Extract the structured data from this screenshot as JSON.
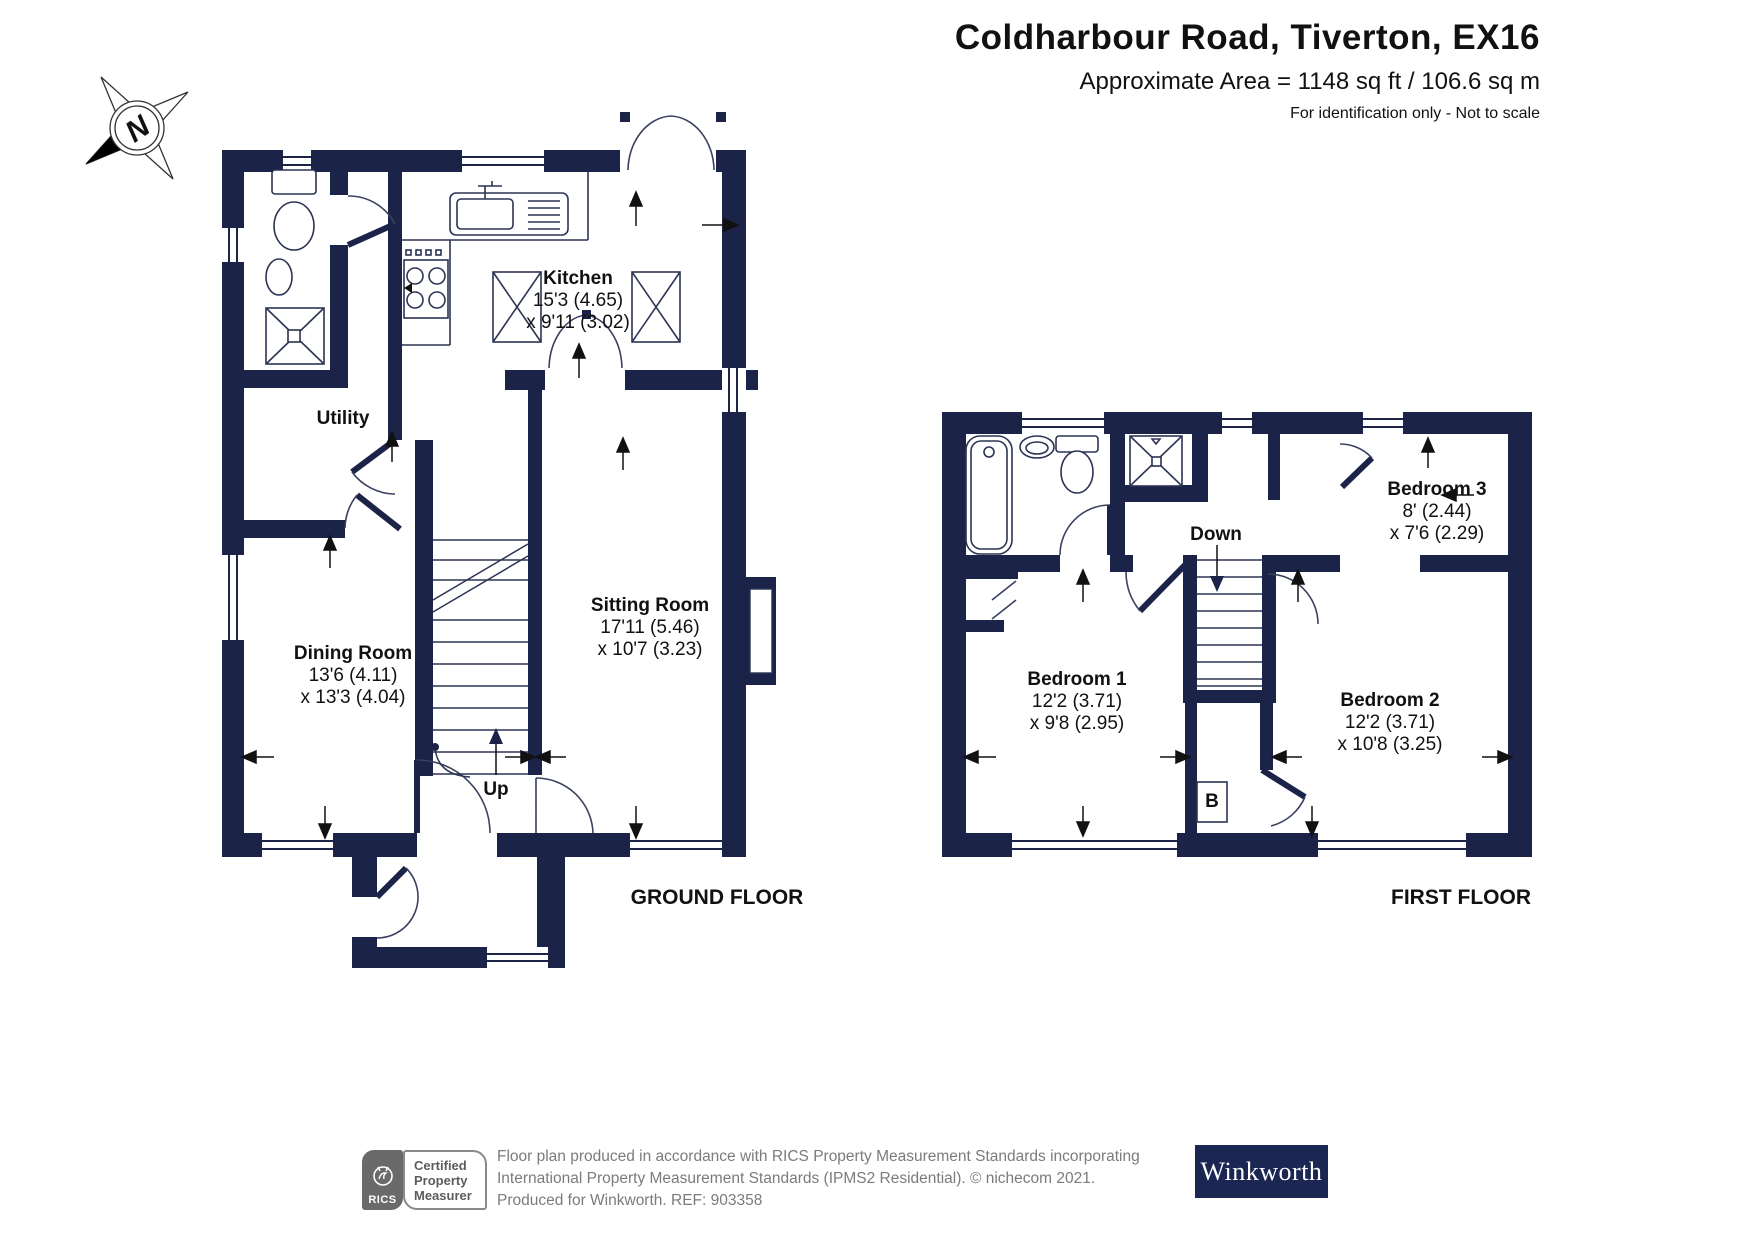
{
  "header": {
    "title": "Coldharbour Road, Tiverton, EX16",
    "area": "Approximate Area = 1148 sq ft / 106.6 sq m",
    "note": "For identification only - Not to scale"
  },
  "compass": {
    "label": "N"
  },
  "ground_floor": {
    "floor_label": "GROUND FLOOR",
    "stairs_label": "Up",
    "rooms": {
      "kitchen": {
        "name": "Kitchen",
        "dim1": "15'3 (4.65)",
        "dim2": "x 9'11 (3.02)"
      },
      "utility": {
        "name": "Utility"
      },
      "dining": {
        "name": "Dining Room",
        "dim1": "13'6 (4.11)",
        "dim2": "x 13'3 (4.04)"
      },
      "sitting": {
        "name": "Sitting Room",
        "dim1": "17'11 (5.46)",
        "dim2": "x 10'7 (3.23)"
      }
    }
  },
  "first_floor": {
    "floor_label": "FIRST FLOOR",
    "stairs_label": "Down",
    "boiler_label": "B",
    "rooms": {
      "bedroom1": {
        "name": "Bedroom 1",
        "dim1": "12'2 (3.71)",
        "dim2": "x 9'8 (2.95)"
      },
      "bedroom2": {
        "name": "Bedroom 2",
        "dim1": "12'2 (3.71)",
        "dim2": "x 10'8 (3.25)"
      },
      "bedroom3": {
        "name": "Bedroom 3",
        "dim1": "8' (2.44)",
        "dim2": "x 7'6 (2.29)"
      }
    }
  },
  "footer": {
    "rics": {
      "brand": "RICS",
      "line1": "Certified",
      "line2": "Property",
      "line3": "Measurer"
    },
    "disclaimer_line1": "Floor plan produced in accordance with RICS Property Measurement Standards incorporating",
    "disclaimer_line2": "International Property Measurement Standards (IPMS2 Residential).   © nichecom 2021.",
    "disclaimer_line3": "Produced for Winkworth.   REF: 903358",
    "winkworth": "Winkworth"
  },
  "colors": {
    "wall": "#1b2448",
    "logo_navy": "#1b2653"
  }
}
